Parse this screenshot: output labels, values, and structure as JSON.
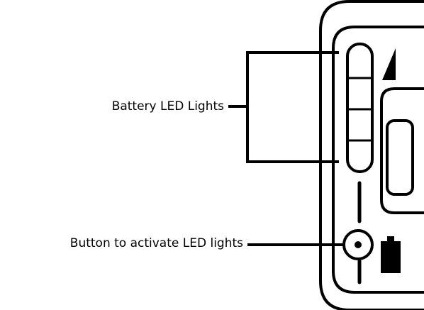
{
  "labels": {
    "battery_leds": "Battery LED Lights",
    "button": "Button to activate LED lights"
  },
  "colors": {
    "ink": "#000000",
    "background": "#ffffff"
  },
  "icons": {
    "top_right": "triangle-indicator-icon",
    "bottom_right": "battery-icon"
  },
  "led_segments": 4
}
